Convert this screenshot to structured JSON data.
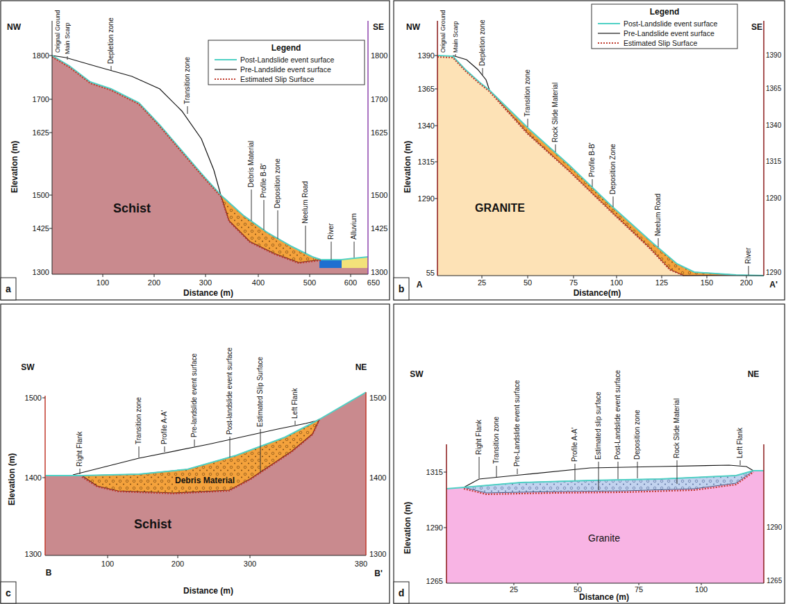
{
  "diagram": {
    "labels": [
      "NW",
      "SE",
      "1800",
      "1700",
      "1625",
      "1500",
      "1425",
      "1300",
      "1800",
      "1700",
      "1625",
      "1500",
      "1425",
      "1300",
      "Elevation (m)",
      "100",
      "200",
      "300",
      "400",
      "500",
      "600",
      "650",
      "Distance (m)",
      "a",
      "Schist",
      "Legend",
      "Orignal Ground",
      "Main Scarp",
      "Depletion zone",
      "Transition zone",
      "Debris Material",
      "Profile B-B'",
      "Deposition zone",
      "Neelum Road",
      "River",
      "Alluvium",
      "NW",
      "SE",
      "1390",
      "1365",
      "1340",
      "1315",
      "1290",
      "55",
      "1390",
      "1365",
      "1340",
      "1315",
      "1290",
      "1290",
      "Elevation (m)",
      "25",
      "50",
      "75",
      "100",
      "125",
      "150",
      "200",
      "A",
      "A'",
      "Distance(m)",
      "b",
      "GRANITE",
      "Legend",
      "Orignal Ground",
      "Main Scarp",
      "Depletion zone",
      "Transition zone",
      "Rock Slide Material",
      "Profile B-B'",
      "Deposition Zone",
      "Neelum Road",
      "River",
      "SW",
      "NE",
      "1500",
      "1400",
      "1300",
      "1500",
      "1400",
      "1300",
      "Elevation (m)",
      "B",
      "100",
      "200",
      "300",
      "380",
      "B'",
      "Distance (m)",
      "c",
      "Debris Material",
      "Schist",
      "Right Flank",
      "Transition zone",
      "Profile A-A'",
      "Pre-landslide event surface",
      "Post-landslide event surface",
      "Estimated Slip Surface",
      "Left Flank",
      "SW",
      "NE",
      "1315",
      "1290",
      "1265",
      "1290",
      "1265",
      "Elevation (m)",
      "25",
      "50",
      "75",
      "100",
      "Distance (m)",
      "d",
      "Granite",
      "Right Flank",
      "Transition zone",
      "Pre-Landslide event surface",
      "Profile A-A'",
      "Estimated slip surface",
      "Post-Landslide event surface",
      "Deposition zone",
      "Rock Slide Material",
      "Left Flank"
    ],
    "legend": [
      {
        "text": "Post-Landslide event surface"
      },
      {
        "text": "Pre-Landslide event surface"
      },
      {
        "text": "Estimated Slip Surface"
      },
      {
        "text": "Post-Landslide event surface"
      },
      {
        "text": "Pre-Landslide event surface"
      },
      {
        "text": "Estimated Slip Surface"
      }
    ]
  }
}
